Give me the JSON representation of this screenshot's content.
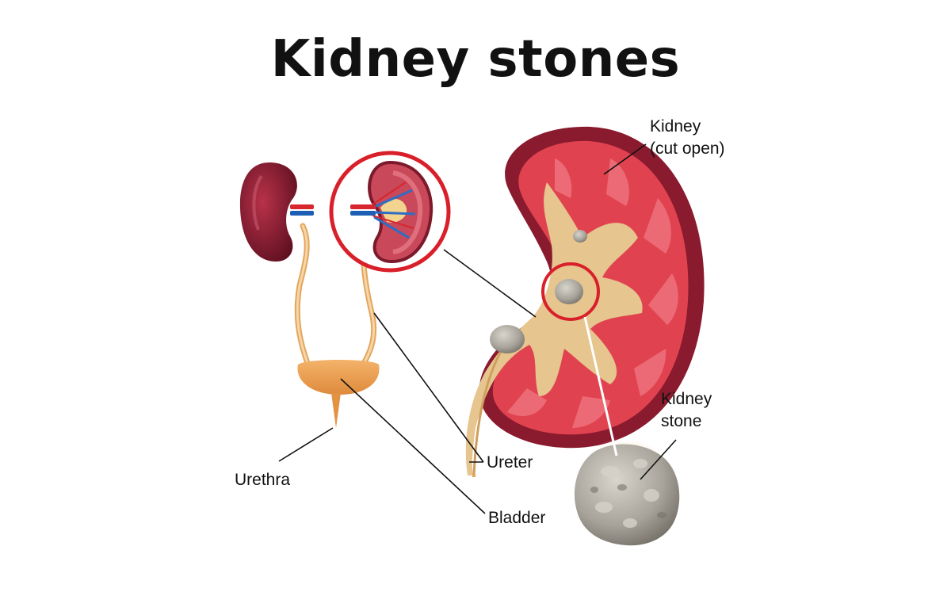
{
  "title": "Kidney stones",
  "labels": {
    "kidney_cut_open_line1": "Kidney",
    "kidney_cut_open_line2": "(cut open)",
    "kidney_stone_line1": "Kidney",
    "kidney_stone_line2": "stone",
    "urethra": "Urethra",
    "ureter": "Ureter",
    "bladder": "Bladder"
  },
  "colors": {
    "highlight_ring": "#d9202a",
    "kidney_outer": "#8a1a2e",
    "kidney_tissue": "#e0434f",
    "pelvis": "#e6c58f",
    "bladder": "#eda154",
    "stone": "#a9a59d",
    "artery": "#d8262e",
    "vein": "#1d5fb5"
  }
}
